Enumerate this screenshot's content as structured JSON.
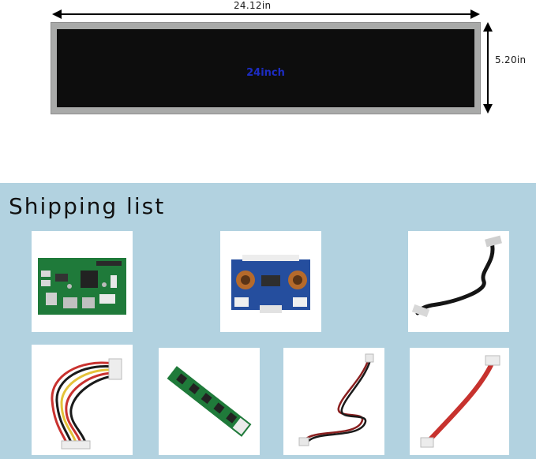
{
  "dimensions": {
    "width_label": "24.12in",
    "height_label": "5.20in"
  },
  "panel": {
    "label": "24inch"
  },
  "shipping": {
    "title": "Shipping list"
  },
  "colors": {
    "label_blue": "#1d2cc2",
    "background_blue": "#b2d2e0",
    "screen": "#0d0d0d",
    "frame": "#a9aaa9"
  },
  "items": [
    {
      "icon": "controller-board-icon"
    },
    {
      "icon": "inverter-board-icon"
    },
    {
      "icon": "lvds-cable-icon"
    },
    {
      "icon": "power-wire-harness-icon"
    },
    {
      "icon": "button-keypad-board-icon"
    },
    {
      "icon": "keypad-cable-icon"
    },
    {
      "icon": "backlight-cable-icon"
    }
  ]
}
